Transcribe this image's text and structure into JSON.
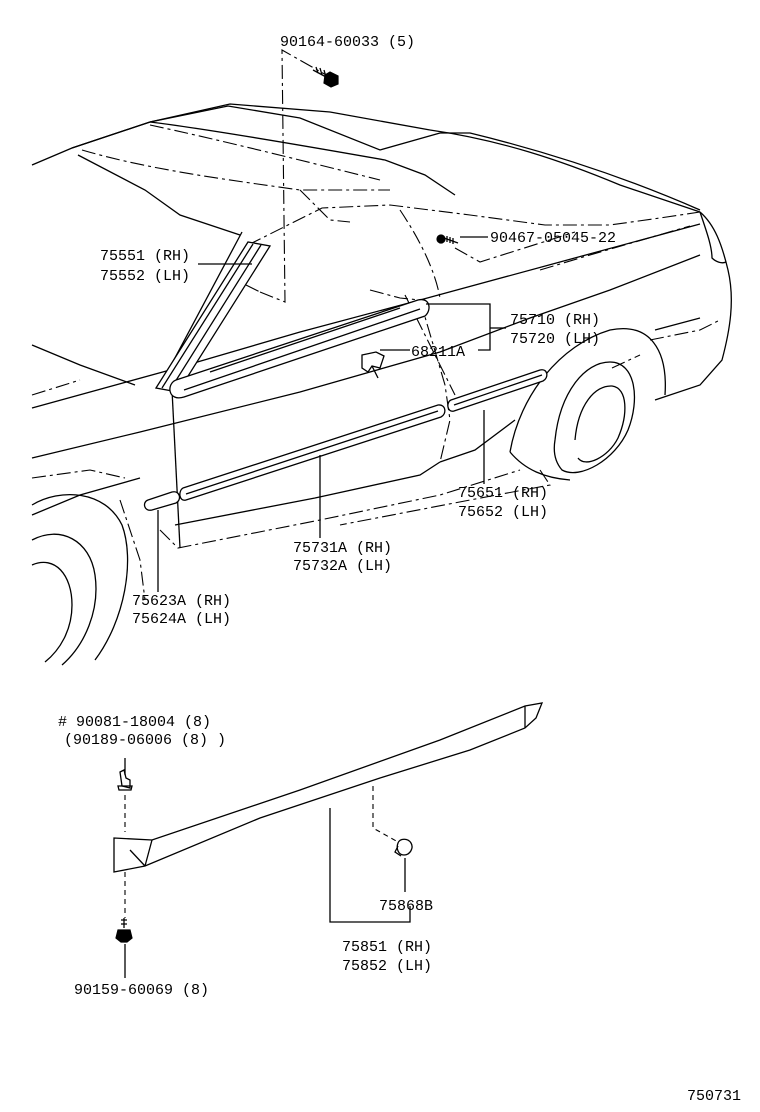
{
  "callouts": {
    "bolt_top": "90164-60033 (5)",
    "clip_90467": "90467-05045-22",
    "windshield_molding_rh": "75551 (RH)",
    "windshield_molding_lh": "75552 (LH)",
    "belt_molding_rh": "75710 (RH)",
    "belt_molding_lh": "75720 (LH)",
    "clip_68211a": "68211A",
    "rear_door_molding_rh": "75651 (RH)",
    "rear_door_molding_lh": "75652 (LH)",
    "door_molding_rh": "75731A (RH)",
    "door_molding_lh": "75732A (LH)",
    "front_fender_molding_rh": "75623A (RH)",
    "front_fender_molding_lh": "75624A (LH)",
    "screw_primary": "# 90081-18004 (8)",
    "screw_alt": "(90189-06006 (8) )",
    "clip_75868b": "75868B",
    "rocker_panel_rh": "75851 (RH)",
    "rocker_panel_lh": "75852 (LH)",
    "screw_bottom": "90159-60069 (8)",
    "diagram_number": "750731"
  }
}
